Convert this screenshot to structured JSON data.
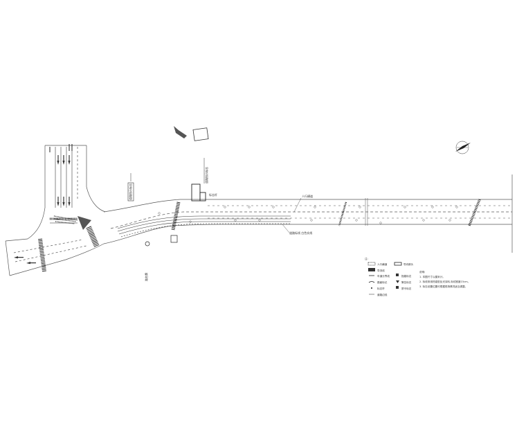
{
  "drawing": {
    "road_name_label": "人行横道",
    "lower_annotation": "道路标线  白色实线",
    "signs": {
      "vertical_text_1": "道路指示标志",
      "vertical_text_2": "道路指示标志",
      "vertical_text_3": "路名牌",
      "pole_label": "标志杆"
    }
  },
  "legend": {
    "title": "注:",
    "rows": [
      {
        "symbol": "stop-line-icon",
        "label": "人行横道"
      },
      {
        "symbol": "guide-arrow-icon",
        "label": "导向箭头"
      },
      {
        "symbol": "zebra-icon",
        "label": "导流线"
      },
      {
        "symbol": "dash-icon",
        "label": "车道分界线"
      },
      {
        "symbol": "curve-icon",
        "label": "路面标记"
      },
      {
        "symbol": "sign-icon",
        "label": "指路标志"
      },
      {
        "symbol": "dot-icon",
        "label": "标志杆"
      },
      {
        "symbol": "triangle-icon",
        "label": "警告标志"
      },
      {
        "symbol": "line-icon",
        "label": "道路边线"
      },
      {
        "symbol": "square-icon",
        "label": "禁令标志"
      }
    ],
    "notes": [
      "说明:",
      "1. 本图尺寸以厘米计。",
      "2. 标线采用热熔型反光涂料,标线宽度15cm。",
      "3. 标志设置位置可根据现场情况适当调整。"
    ]
  },
  "colors": {
    "line": "#555555",
    "dark": "#222222",
    "lane": "#777777"
  }
}
